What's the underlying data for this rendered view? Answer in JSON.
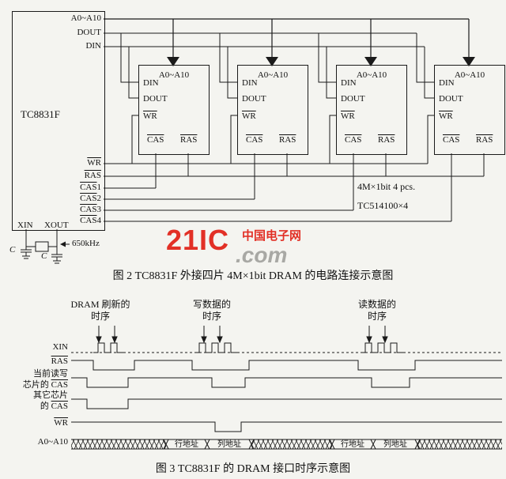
{
  "figure2": {
    "caption": "图 2 TC8831F 外接四片 4M×1bit DRAM 的电路连接示意图",
    "chip": {
      "name": "TC8831F",
      "pin_a": "A0~A10",
      "pin_dout": "DOUT",
      "pin_din": "DIN",
      "pin_wr": "WR",
      "pin_ras": "RAS",
      "pin_cas": "CAS",
      "cas_nums": [
        "1",
        "2",
        "3",
        "4"
      ],
      "pin_xin": "XIN",
      "pin_xout": "XOUT"
    },
    "dram": {
      "pin_a": "A0~A10",
      "pin_din": "DIN",
      "pin_dout": "DOUT",
      "pin_wr": "WR",
      "pin_cas": "CAS",
      "pin_ras": "RAS"
    },
    "note1": "4M×1bit  4 pcs.",
    "note2": "TC514100×4",
    "freq": "650kHz",
    "cap": "C"
  },
  "watermark": {
    "brand": "21IC",
    "suffix": ".com",
    "cn": "中国电子网"
  },
  "figure3": {
    "caption": "图 3 TC8831F 的 DRAM 接口时序示意图",
    "ann_refresh_1": "DRAM 刷新的",
    "ann_refresh_2": "时序",
    "ann_write_1": "写数据的",
    "ann_write_2": "时序",
    "ann_read_1": "读数据的",
    "ann_read_2": "时序",
    "sig_xin": "XIN",
    "sig_ras": "RAS",
    "sig_cas_cur_1": "当前读写",
    "sig_cas_cur_2pre": "芯片的 ",
    "sig_cas_cur_2": "CAS",
    "sig_cas_oth_1": "其它芯片",
    "sig_cas_oth_2pre": "的 ",
    "sig_cas_oth_2": "CAS",
    "sig_wr": "WR",
    "sig_bus": "A0~A10",
    "bus_labels": [
      "行地址",
      "列地址",
      "行地址",
      "列地址"
    ]
  }
}
